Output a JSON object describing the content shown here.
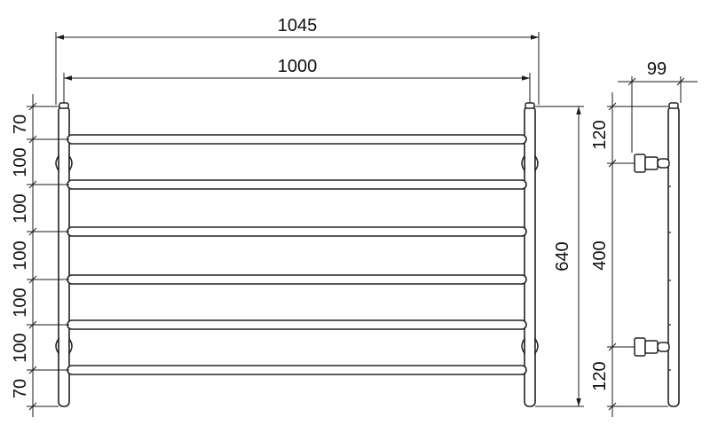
{
  "front_view": {
    "overall_width_label": "1045",
    "rail_span_label": "1000",
    "height_label": "640",
    "spacing_labels": [
      "70",
      "100",
      "100",
      "100",
      "100",
      "100",
      "70"
    ]
  },
  "side_view": {
    "depth_label": "99",
    "top_offset_label": "120",
    "bracket_spacing_label": "400",
    "bottom_offset_label": "120"
  },
  "colors": {
    "line": "#1a1a1a",
    "background": "#ffffff"
  }
}
